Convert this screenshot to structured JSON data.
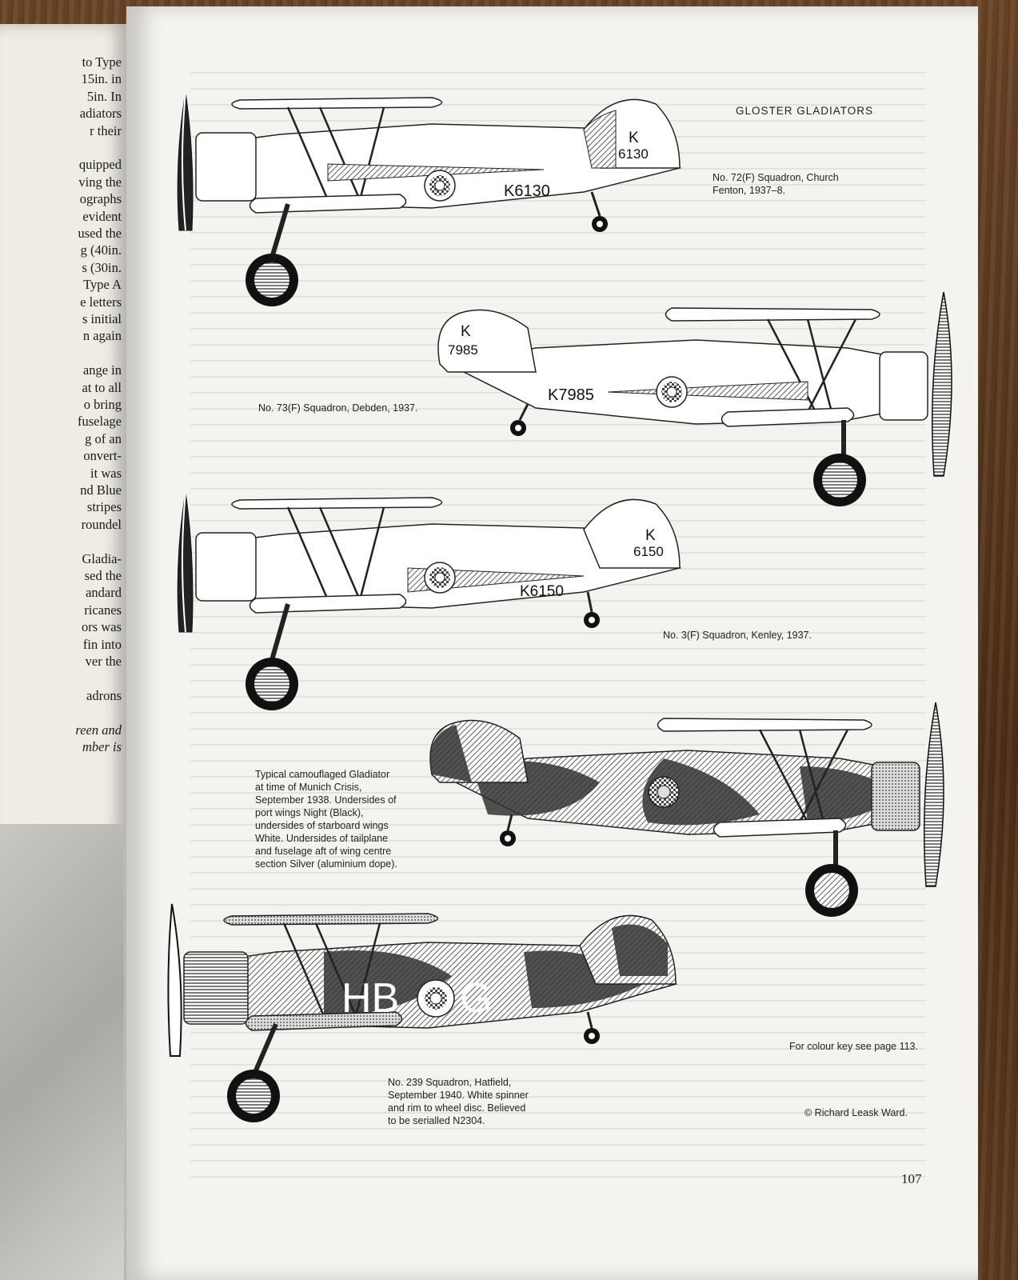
{
  "left_page": {
    "lines": [
      "to Type",
      "15in. in",
      "5in. In",
      "adiators",
      "r their",
      "",
      "quipped",
      "ving the",
      "ographs",
      "evident",
      "used the",
      "g (40in.",
      "s (30in.",
      "Type A",
      "e letters",
      "s initial",
      "n again",
      "",
      "ange in",
      "at to all",
      "o bring",
      "fuselage",
      "g of an",
      "onvert-",
      "it was",
      "nd Blue",
      "stripes",
      "roundel",
      "",
      "Gladia-",
      "sed the",
      "andard",
      "ricanes",
      "ors was",
      "fin into",
      "ver the",
      "",
      "adrons",
      "",
      "reen and",
      "mber is"
    ]
  },
  "page": {
    "title": "GLOSTER GLADIATORS",
    "page_number": "107",
    "colour_key_note": "For colour key see page 113.",
    "copyright": "© Richard Leask Ward."
  },
  "aircraft": [
    {
      "caption": "No. 72(F) Squadron, Church\nFenton, 1937–8.",
      "serial": "K6130",
      "fin_code_top": "K",
      "fin_code_bottom": "6130"
    },
    {
      "caption": "No. 73(F) Squadron, Debden, 1937.",
      "serial": "K7985",
      "fin_code_top": "K",
      "fin_code_bottom": "7985"
    },
    {
      "caption": "No. 3(F) Squadron, Kenley, 1937.",
      "serial": "K6150",
      "fin_code_top": "K",
      "fin_code_bottom": "6150"
    },
    {
      "caption": "Typical camouflaged Gladiator\nat time of Munich Crisis,\nSeptember 1938. Undersides of\nport wings Night (Black),\nundersides of starboard wings\nWhite. Undersides of tailplane\nand fuselage aft of wing centre\nsection Silver (aluminium dope)."
    },
    {
      "caption": "No. 239 Squadron, Hatfield,\nSeptember 1940. White spinner\nand rim to wheel disc. Believed\nto be serialled N2304.",
      "code_left": "HB",
      "code_right": "G"
    }
  ]
}
